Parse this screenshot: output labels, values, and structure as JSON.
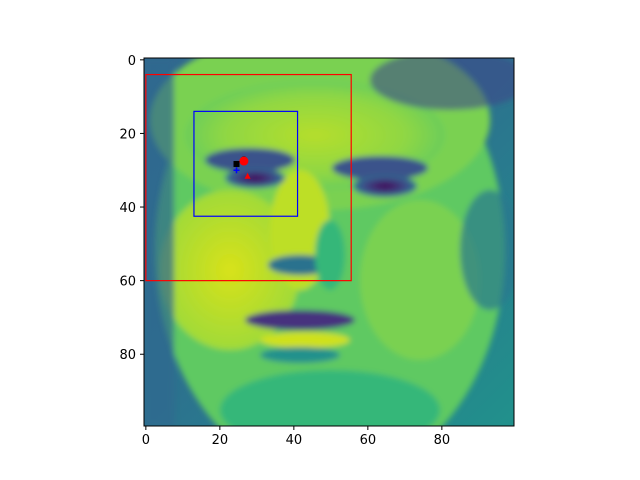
{
  "chart_data": {
    "type": "heatmap",
    "title": "",
    "xlabel": "",
    "ylabel": "",
    "image_extent": [
      -0.5,
      99.5,
      99.5,
      -0.5
    ],
    "xlim": [
      -0.5,
      99.5
    ],
    "ylim": [
      99.5,
      -0.5
    ],
    "xticks": [
      0,
      20,
      40,
      60,
      80
    ],
    "yticks": [
      0,
      20,
      40,
      60,
      80
    ],
    "colormap": "viridis",
    "image_content": "grayscale face rendered with viridis colormap",
    "boxes": [
      {
        "name": "outer box",
        "x0": 0,
        "y0": 4,
        "x1": 55.5,
        "y1": 60,
        "color": "#ff0000"
      },
      {
        "name": "inner box",
        "x0": 13,
        "y0": 14,
        "x1": 41,
        "y1": 42.5,
        "color": "#0000ff"
      }
    ],
    "markers": [
      {
        "shape": "circle",
        "x": 26.5,
        "y": 27,
        "color": "#000000",
        "size": "small"
      },
      {
        "shape": "circle",
        "x": 26.5,
        "y": 27.5,
        "color": "#ff0000",
        "size": "large"
      },
      {
        "shape": "square",
        "x": 24.5,
        "y": 28.3,
        "color": "#000000",
        "size": "small"
      },
      {
        "shape": "plus",
        "x": 24.5,
        "y": 30,
        "color": "#0000ff",
        "size": "small"
      },
      {
        "shape": "triangle",
        "x": 27.5,
        "y": 31.5,
        "color": "#ff0000",
        "size": "small"
      }
    ]
  }
}
